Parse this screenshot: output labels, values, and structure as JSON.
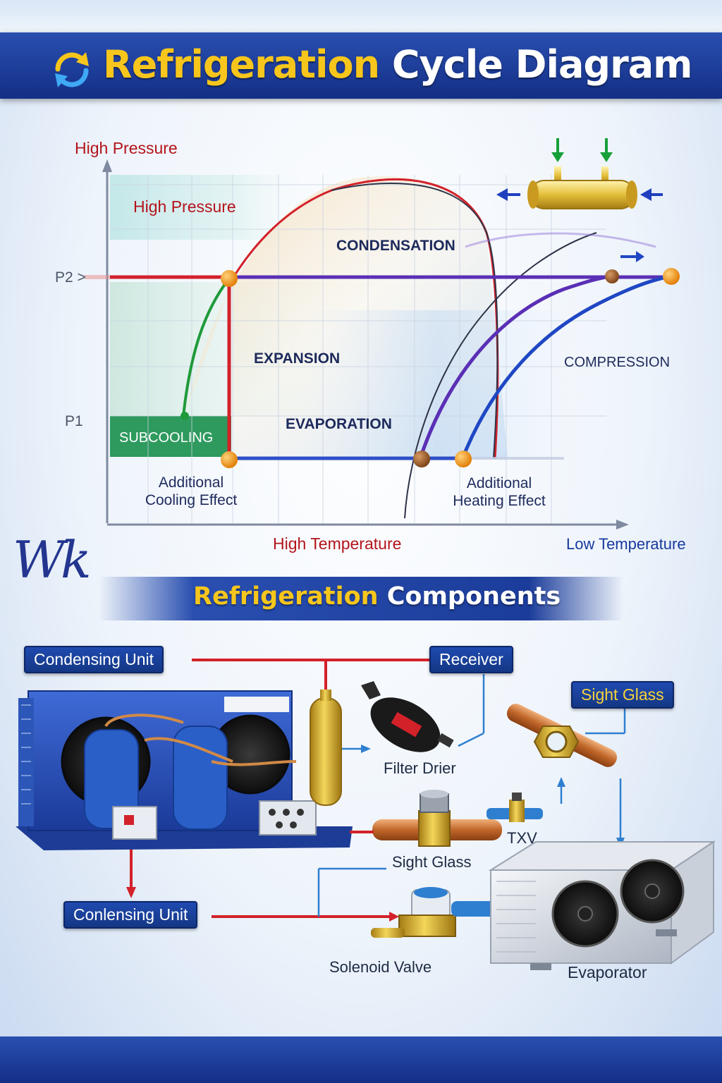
{
  "header": {
    "title_part1": "Refrigeration",
    "title_part2": "Cycle Diagram"
  },
  "diagram": {
    "y_axis_label": "High Pressure",
    "region_high_pressure": "High Pressure",
    "p2_label": "P2 >",
    "p1_label": "P1",
    "condensation": "CONDENSATION",
    "expansion": "EXPANSION",
    "compression": "COMPRESSION",
    "evaporation": "EVAPORATION",
    "subcooling": "SUBCOOLING",
    "cooling_effect_line1": "Additional",
    "cooling_effect_line2": "Cooling Effect",
    "heating_effect_line1": "Additional",
    "heating_effect_line2": "Heating Effect",
    "x_axis_label_left": "High Temperature",
    "x_axis_label_right": "Low Temperature"
  },
  "watermark": "Wk",
  "components_section": {
    "title_part1": "Refrigeration",
    "title_part2": "Components",
    "tags": {
      "condensing_unit": "Condensing Unit",
      "receiver": "Receiver",
      "sight_glass_tag": "Sight Glass",
      "conlensing_unit": "Conlensing Unit"
    },
    "captions": {
      "filter_drier": "Filter Drier",
      "txv": "TXV",
      "sight_glass": "Sight Glass",
      "solenoid_valve": "Solenoid Valve",
      "evaporator": "Evaporator"
    }
  },
  "colors": {
    "banner": "#1b3c9a",
    "title_gold": "#f7c61c",
    "red_line": "#d3212a",
    "purple_line": "#5a2fb5",
    "blue_line": "#1f47c4",
    "green_line": "#1f9a3a",
    "node_orange": "#f39a1d"
  }
}
